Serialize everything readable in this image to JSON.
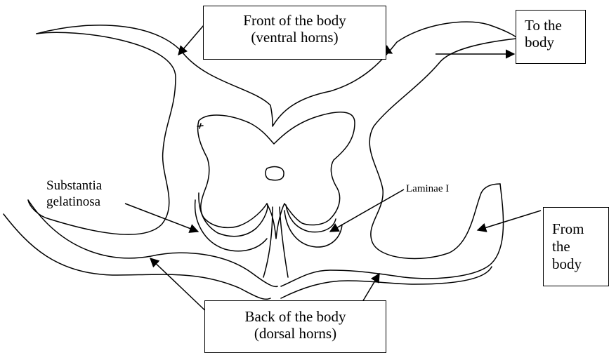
{
  "labels": {
    "front": [
      "Front of the body",
      "(ventral horns)"
    ],
    "to_body": [
      "To the",
      "body"
    ],
    "from_body": [
      "From",
      "the",
      "body"
    ],
    "back": [
      "Back of the body",
      "(dorsal horns)"
    ],
    "substantia": [
      "Substantia",
      "gelatinosa"
    ],
    "laminae": "Laminae I"
  },
  "colors": {
    "stroke": "#000000",
    "background": "#ffffff"
  }
}
